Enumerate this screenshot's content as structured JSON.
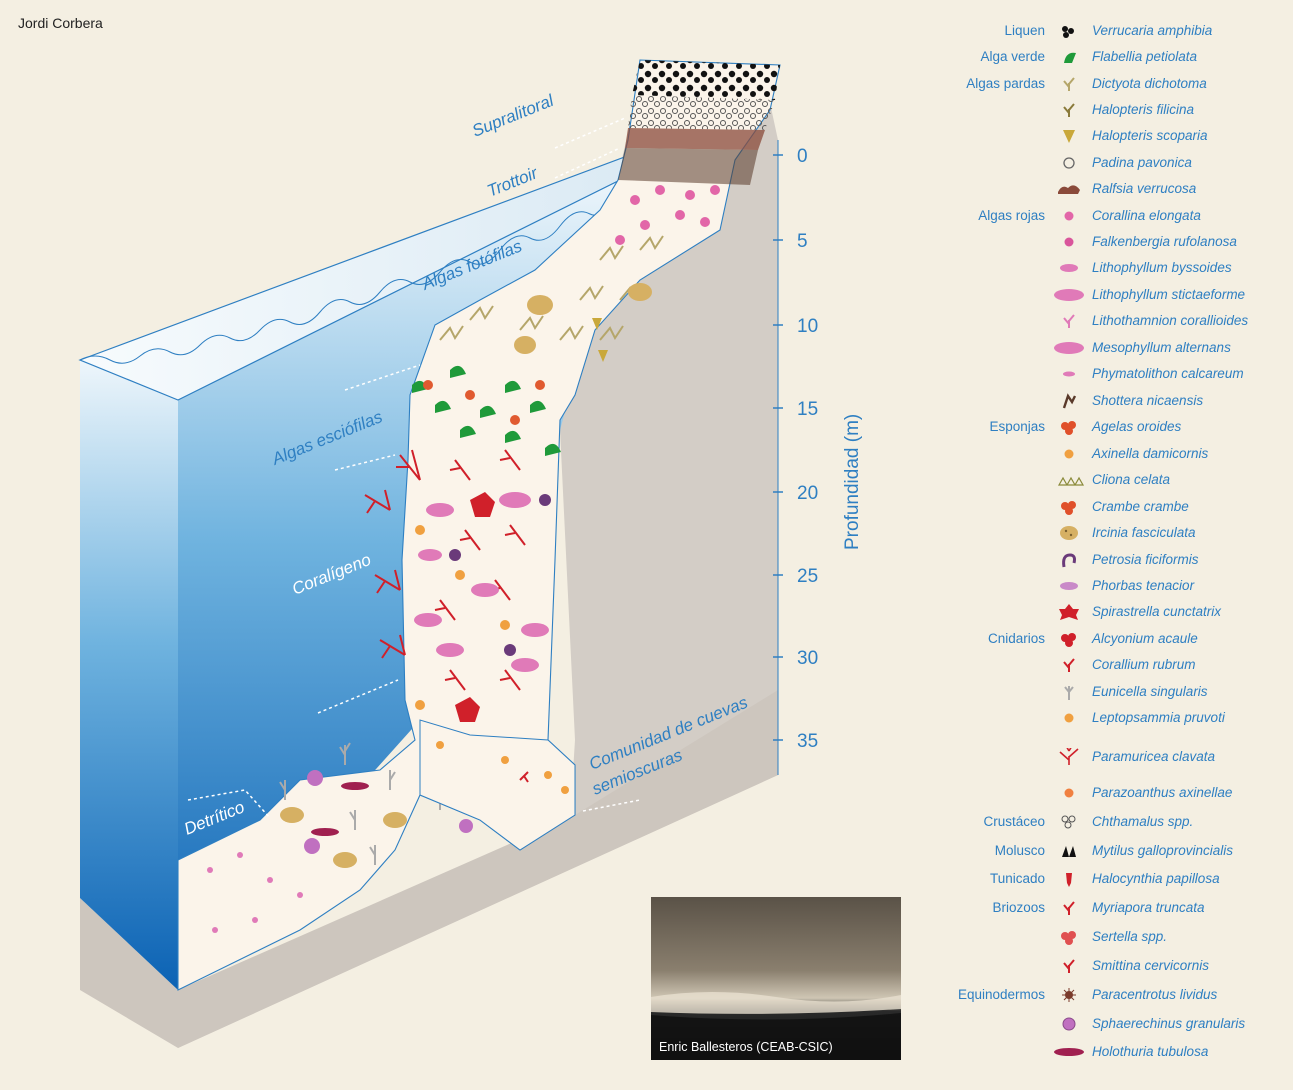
{
  "credits": {
    "illustrator": "Jordi Corbera",
    "photographer": "Enric Ballesteros (CEAB-CSIC)"
  },
  "zones": {
    "supralitoral": "Supralitoral",
    "trottoir": "Trottoir",
    "fotofilas": "Algas fotófilas",
    "esciofilas": "Algas esciófilas",
    "coraligeno": "Coralígeno",
    "cuevas_1": "Comunidad de cuevas",
    "cuevas_2": "semioscuras",
    "detritico": "Detrítico"
  },
  "axis": {
    "title": "Profundidad (m)",
    "ticks": [
      "0",
      "5",
      "10",
      "15",
      "20",
      "25",
      "30",
      "35"
    ]
  },
  "legend": [
    {
      "group": "Liquen",
      "name": "Verrucaria amphibia",
      "icon": "black-dots",
      "color": "#111111"
    },
    {
      "group": "Alga verde",
      "name": "Flabellia petiolata",
      "icon": "fan-leaf",
      "color": "#1f9a3a"
    },
    {
      "group": "Algas pardas",
      "name": "Dictyota dichotoma",
      "icon": "branching-alga",
      "color": "#b5a66a"
    },
    {
      "group": "",
      "name": "Halopteris filicina",
      "icon": "feather-alga",
      "color": "#8a7a3a"
    },
    {
      "group": "",
      "name": "Halopteris scoparia",
      "icon": "cone-alga",
      "color": "#c9a83a"
    },
    {
      "group": "",
      "name": "Padina pavonica",
      "icon": "spiral-alga",
      "color": "#666666"
    },
    {
      "group": "",
      "name": "Ralfsia verrucosa",
      "icon": "crust",
      "color": "#8a4a3a"
    },
    {
      "group": "Algas rojas",
      "name": "Corallina elongata",
      "icon": "small-blob",
      "color": "#e266a8"
    },
    {
      "group": "",
      "name": "Falkenbergia rufolanosa",
      "icon": "round-blob",
      "color": "#d9559b"
    },
    {
      "group": "",
      "name": "Lithophyllum byssoides",
      "icon": "flat-blob",
      "color": "#e07ab8"
    },
    {
      "group": "",
      "name": "Lithophyllum stictaeforme",
      "icon": "wide-blob",
      "color": "#e07ab8"
    },
    {
      "group": "",
      "name": "Lithothamnion corallioides",
      "icon": "twig",
      "color": "#e07ab8"
    },
    {
      "group": "",
      "name": "Mesophyllum alternans",
      "icon": "wavy-blob",
      "color": "#e07ab8"
    },
    {
      "group": "",
      "name": "Phymatolithon calcareum",
      "icon": "tiny-blob",
      "color": "#e07ab8"
    },
    {
      "group": "",
      "name": "Shottera nicaensis",
      "icon": "hook-alga",
      "color": "#5a3a2a"
    },
    {
      "group": "Esponjas",
      "name": "Agelas oroides",
      "icon": "lobed-sponge",
      "color": "#e0502a"
    },
    {
      "group": "",
      "name": "Axinella damicornis",
      "icon": "branch-sponge",
      "color": "#f0a040"
    },
    {
      "group": "",
      "name": "Cliona celata",
      "icon": "triangles",
      "color": "#8a8a3a"
    },
    {
      "group": "",
      "name": "Crambe crambe",
      "icon": "lobed-sponge",
      "color": "#e0502a"
    },
    {
      "group": "",
      "name": "Ircinia fasciculata",
      "icon": "spotted-blob",
      "color": "#d6b063"
    },
    {
      "group": "",
      "name": "Petrosia ficiformis",
      "icon": "tube-sponge",
      "color": "#6a3a7a"
    },
    {
      "group": "",
      "name": "Phorbas tenacior",
      "icon": "flat-blob",
      "color": "#c98ac8"
    },
    {
      "group": "",
      "name": "Spirastrella cunctatrix",
      "icon": "star-crust",
      "color": "#d0202a"
    },
    {
      "group": "Cnidarios",
      "name": "Alcyonium acaule",
      "icon": "soft-coral",
      "color": "#d0202a"
    },
    {
      "group": "",
      "name": "Corallium rubrum",
      "icon": "red-coral",
      "color": "#d0202a"
    },
    {
      "group": "",
      "name": "Eunicella singularis",
      "icon": "gorgonian-white",
      "color": "#aaaaaa"
    },
    {
      "group": "",
      "name": "Leptopsammia pruvoti",
      "icon": "cup-coral",
      "color": "#f0a040"
    },
    {
      "group": "",
      "name": "Paramuricea clavata",
      "icon": "gorgonian-red",
      "color": "#d0202a"
    },
    {
      "group": "",
      "name": "Parazoanthus axinellae",
      "icon": "zoanthid",
      "color": "#f08040"
    },
    {
      "group": "Crustáceo",
      "name": "Chthamalus spp.",
      "icon": "barnacles",
      "color": "#555555"
    },
    {
      "group": "Molusco",
      "name": "Mytilus galloprovincialis",
      "icon": "mussels",
      "color": "#111111"
    },
    {
      "group": "Tunicado",
      "name": "Halocynthia papillosa",
      "icon": "tunicate",
      "color": "#d0202a"
    },
    {
      "group": "Briozoos",
      "name": "Myriapora truncata",
      "icon": "bryozoan-branch",
      "color": "#d0202a"
    },
    {
      "group": "",
      "name": "Sertella spp.",
      "icon": "lace-bryozoan",
      "color": "#e05050"
    },
    {
      "group": "",
      "name": "Smittina cervicornis",
      "icon": "antler-bryozoan",
      "color": "#d0202a"
    },
    {
      "group": "Equinodermos",
      "name": "Paracentrotus lividus",
      "icon": "urchin",
      "color": "#7a3a2a"
    },
    {
      "group": "",
      "name": "Sphaerechinus granularis",
      "icon": "round-urchin",
      "color": "#c070c0"
    },
    {
      "group": "",
      "name": "Holothuria tubulosa",
      "icon": "sea-cucumber",
      "color": "#a02050"
    }
  ]
}
